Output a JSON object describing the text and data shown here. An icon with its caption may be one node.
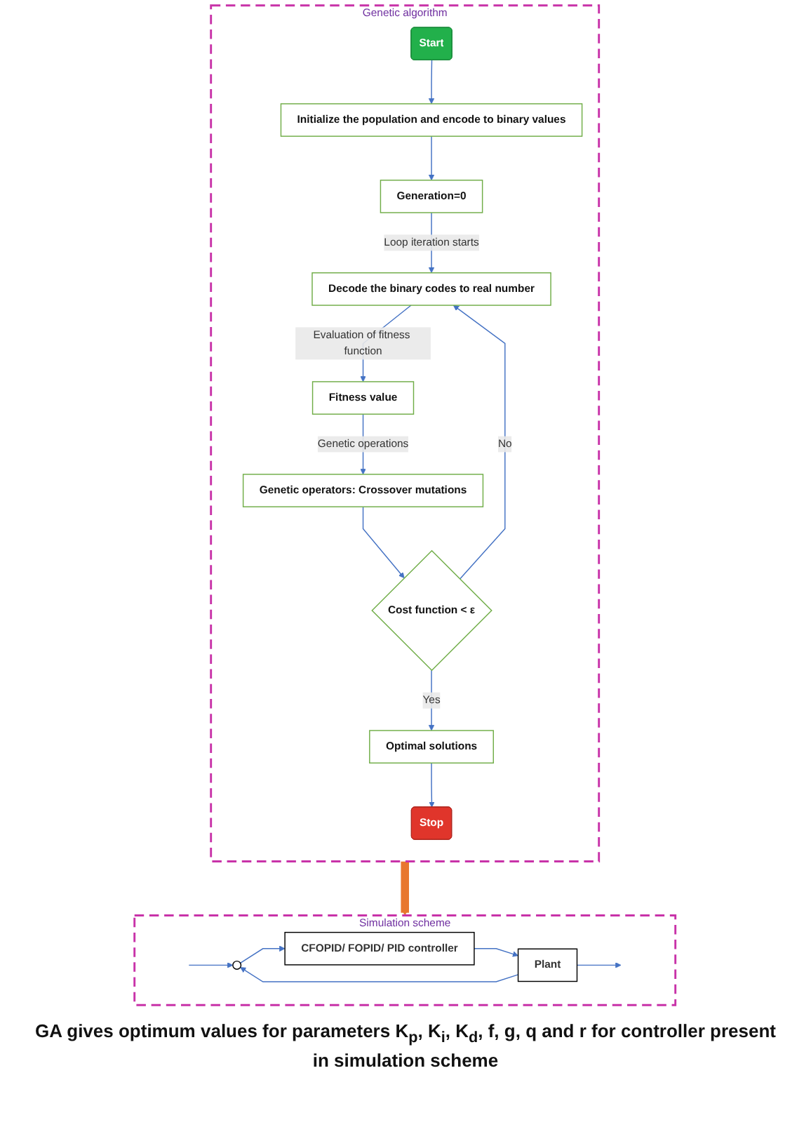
{
  "diagram": {
    "nodes": [
      {
        "text": [
          "Genetic algorithm"
        ]
      },
      {
        "text": [
          "Start"
        ],
        "in": 0
      },
      {
        "text": [
          "Initialize the population and encode to binary values"
        ],
        "in": 0
      },
      {
        "text": [
          "Generation=0"
        ],
        "in": 0
      },
      {
        "text": [
          "Decode the binary codes to real number"
        ],
        "in": 0
      },
      {
        "text": [
          "Fitness value"
        ],
        "in": 0
      },
      {
        "text": [
          "Genetic operators: Crossover mutations"
        ],
        "in": 0
      },
      {
        "text": [
          "Cost function < ε"
        ],
        "in": 0
      },
      {
        "text": [
          "Optimal solutions"
        ],
        "in": 0
      },
      {
        "text": [
          "Stop"
        ],
        "in": 0
      },
      {
        "text": [
          "Simulation scheme"
        ]
      },
      {
        "text": [],
        "shape": "circle",
        "in": 10
      },
      {
        "text": [
          "CFOPID/ FOPID/ PID controller"
        ],
        "in": 10
      },
      {
        "text": [
          "Plant"
        ],
        "in": 10
      }
    ],
    "edges": [
      {
        "from": 1,
        "to": 2,
        "arrow": "to"
      },
      {
        "from": 2,
        "to": 3,
        "arrow": "to"
      },
      {
        "from": 3,
        "to": 4,
        "label": "Loop iteration starts",
        "arrow": "to"
      },
      {
        "from": 4,
        "to": 5,
        "label": "Evaluation of fitness function",
        "arrow": "to"
      },
      {
        "from": 5,
        "to": 6,
        "label": "Genetic operations",
        "arrow": "to"
      },
      {
        "from": 6,
        "to": 7,
        "arrow": "to"
      },
      {
        "from": 7,
        "to": 4,
        "label": "No",
        "arrow": "to"
      },
      {
        "from": 7,
        "to": 8,
        "label": "Yes",
        "arrow": "to"
      },
      {
        "from": 8,
        "to": 9,
        "arrow": "to"
      },
      {
        "from": 0,
        "to": 10,
        "arrow": "to",
        "style": "thick",
        "color": "#e8772e"
      },
      {
        "from": null,
        "to": 11,
        "arrow": "to"
      },
      {
        "from": 11,
        "to": 12,
        "arrow": "to"
      },
      {
        "from": 12,
        "to": 13,
        "arrow": "to"
      },
      {
        "from": 13,
        "to": null,
        "arrow": "to"
      },
      {
        "from": 13,
        "to": 11,
        "arrow": "to"
      }
    ],
    "labels": [
      "GA gives optimum values for parameters K$_{p}$, K$_{i}$, K$_{d}$, f, g, q and r for controller present in simulation scheme"
    ]
  }
}
